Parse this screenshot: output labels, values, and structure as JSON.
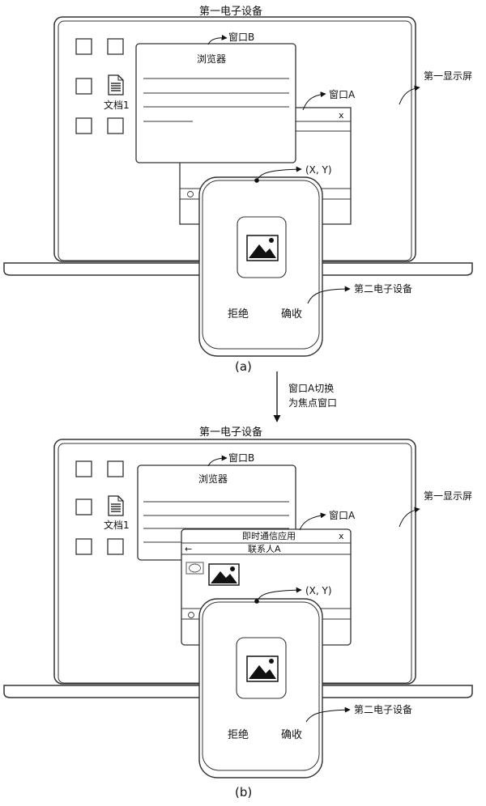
{
  "panel_a": {
    "device1_label": "第一电子设备",
    "window_b_label": "窗口B",
    "window_a_label": "窗口A",
    "display1_label": "第一显示屏",
    "browser_title": "浏览器",
    "doc_label": "文档1",
    "close_glyph": "x",
    "coord_label": "(X, Y)",
    "device2_label": "第二电子设备",
    "reject_label": "拒绝",
    "confirm_label": "确收",
    "caption": "(a)"
  },
  "transition": {
    "line1": "窗口A切换",
    "line2": "为焦点窗口"
  },
  "panel_b": {
    "device1_label": "第一电子设备",
    "window_b_label": "窗口B",
    "window_a_label": "窗口A",
    "display1_label": "第一显示屏",
    "browser_title": "浏览器",
    "doc_label": "文档1",
    "im_title": "即时通信应用",
    "close_glyph": "x",
    "back_glyph": "←",
    "contact_label": "联系人A",
    "coord_label": "(X, Y)",
    "device2_label": "第二电子设备",
    "reject_label": "拒绝",
    "confirm_label": "确收",
    "caption": "(b)"
  }
}
